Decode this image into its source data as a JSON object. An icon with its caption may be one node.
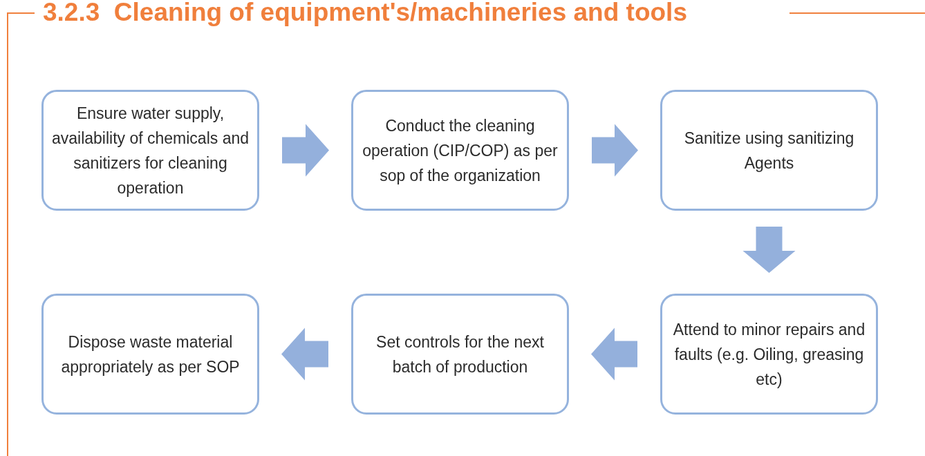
{
  "diagram": {
    "title": "3.2.3  Cleaning of equipment's/machineries and tools",
    "nodes": [
      {
        "text": [
          "Ensure water supply, availability of chemicals and sanitizers for cleaning operation"
        ]
      },
      {
        "text": [
          "Conduct the cleaning operation (CIP/COP) as per sop of the organization"
        ]
      },
      {
        "text": [
          "Sanitize using sanitizing Agents"
        ]
      },
      {
        "text": [
          "Attend to minor repairs and faults (e.g. Oiling, greasing etc)"
        ]
      },
      {
        "text": [
          "Set controls for the next batch of production"
        ]
      },
      {
        "text": [
          "Dispose waste material appropriately as per SOP"
        ]
      }
    ],
    "edges": [
      {
        "from": 0,
        "to": 1,
        "arrow": "to"
      },
      {
        "from": 1,
        "to": 2,
        "arrow": "to"
      },
      {
        "from": 2,
        "to": 3,
        "arrow": "to"
      },
      {
        "from": 3,
        "to": 4,
        "arrow": "to"
      },
      {
        "from": 4,
        "to": 5,
        "arrow": "to"
      }
    ]
  }
}
